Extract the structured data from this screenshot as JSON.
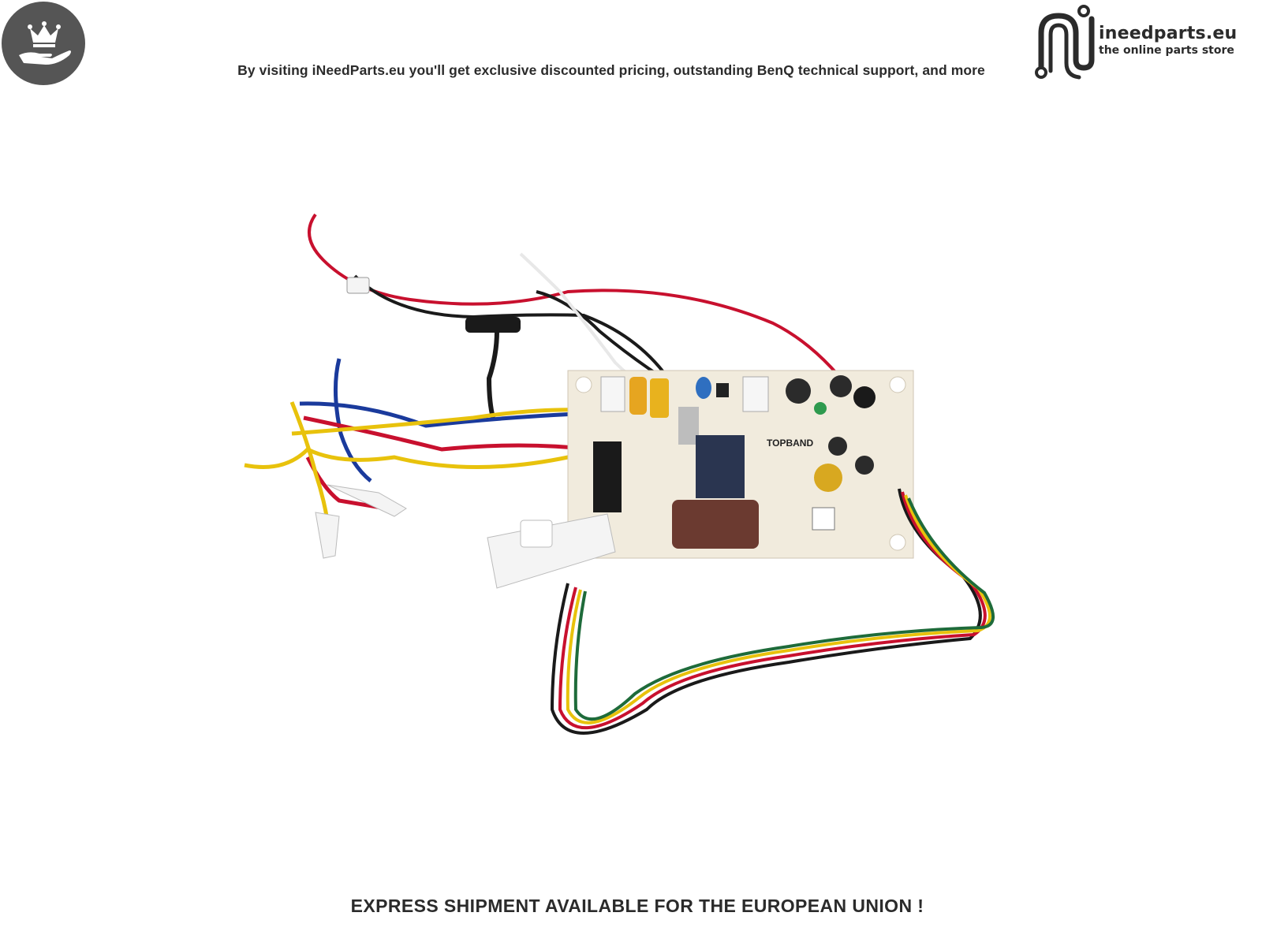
{
  "badge": {
    "icon": "crown-hand-icon",
    "color": "#555555"
  },
  "header": {
    "tagline": "By visiting iNeedParts.eu you'll get exclusive discounted pricing, outstanding BenQ technical support, and more"
  },
  "logo": {
    "name": "ineedparts.eu",
    "subtitle": "the online parts store",
    "icon": "circuit-n-logo-icon"
  },
  "product": {
    "board_brand": "TOPBAND",
    "board_colors": {
      "pcb": "#f1ebdd",
      "capacitor": "#6b3a30",
      "relay": "#2a3550"
    }
  },
  "footer": {
    "shipping_note": "EXPRESS SHIPMENT AVAILABLE FOR THE EUROPEAN UNION !"
  }
}
